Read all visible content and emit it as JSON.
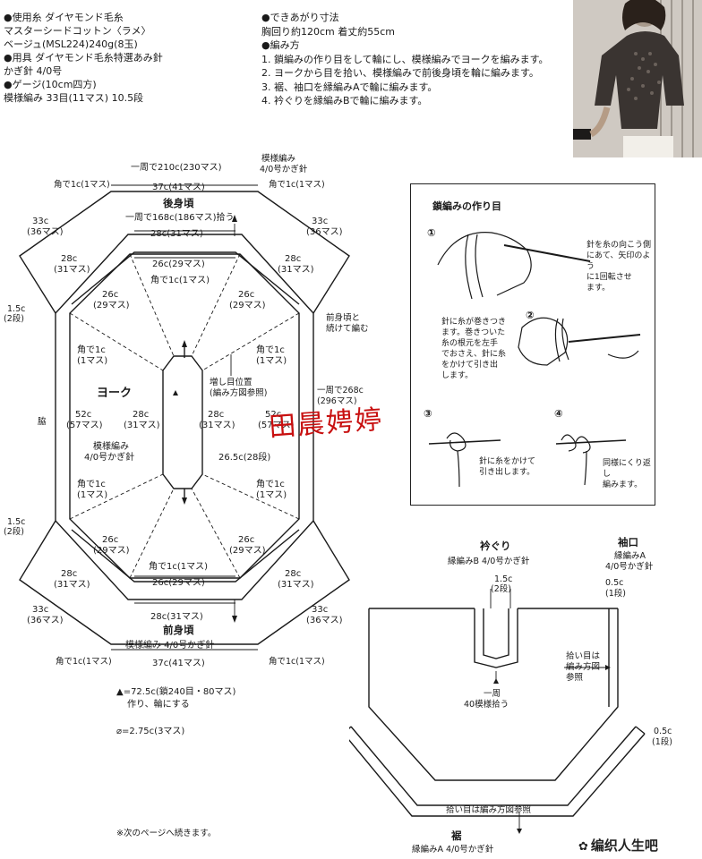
{
  "materials": [
    "●使用糸 ダイヤモンド毛糸",
    "マスターシードコットン〈ラメ〉",
    "ベージュ(MSL224)240g(8玉)",
    "●用具 ダイヤモンド毛糸特選あみ針",
    "かぎ針 4/0号",
    "●ゲージ(10cm四方)",
    "模様編み 33目(11マス) 10.5段"
  ],
  "size_title": "●できあがり寸法",
  "size_text": "胸回り約120cm 着丈約55cm",
  "method_title": "●編み方",
  "method_steps": [
    "1. 鎖編みの作り目をして輪にし、模様編みでヨークを編みます。",
    "2. ヨークから目を拾い、模様編みで前後身頃を輪に編みます。",
    "3. 裾、袖口を縁編みAで輪に編みます。",
    "4. 衿ぐりを縁編みBで輪に編みます。"
  ],
  "yoke": {
    "back_label": "後身頃",
    "front_label": "前身頃",
    "yoke_label": "ヨーク",
    "outer_total": "一周で210c(230マス)",
    "inner_total": "一周で168c(186マス)拾う",
    "pattern_top": "模様編み",
    "hook_top": "4/0号かぎ針",
    "w37": "37c(41マス)",
    "w28": "28c(31マス)",
    "w26": "26c(29マス)",
    "c1": "角で1c(1マス)",
    "c1a": "角で1c",
    "c1b": "(1マス)",
    "s33a": "33c",
    "s33b": "(36マス)",
    "s28a": "28c",
    "s28b": "(31マス)",
    "s26a": "26c",
    "s26b": "(29マス)",
    "s52a": "52c",
    "s52b": "(57マス)",
    "s15a": "1.5c",
    "s15b": "(2段)",
    "front_cont1": "前身頃と",
    "front_cont2": "続けて編む",
    "inc1": "増し目位置",
    "inc2": "(編み方図参照)",
    "round268a": "一周で268c",
    "round268b": "(296マス)",
    "rows265": "26.5c(28段)",
    "side": "脇",
    "pattern_mid": "模様編み",
    "hook_mid": "4/0号かぎ針",
    "front_pattern": "模様編み 4/0号かぎ針",
    "key1a": "▲=72.5c(鎖240目・80マス)",
    "key1b": "作り、輪にする",
    "key2": "⌀=2.75c(3マス)",
    "continued": "※次のページへ続きます。"
  },
  "chain_panel": {
    "title": "鎖編みの作り目",
    "n1": "①",
    "n2": "②",
    "n3": "③",
    "n4": "④",
    "note1": [
      "針を糸の向こう側",
      "にあて、矢印のよう",
      "に1回転させ",
      "ます。"
    ],
    "note2": [
      "針に糸が巻きつき",
      "ます。巻きついた",
      "糸の根元を左手",
      "でおさえ、針に糸",
      "をかけて引き出",
      "します。"
    ],
    "note3": [
      "針に糸をかけて",
      "引き出します。"
    ],
    "note4": [
      "同様にくり返し",
      "編みます。"
    ]
  },
  "border": {
    "neck_title": "衿ぐり",
    "neck_sub": "縁編みB 4/0号かぎ針",
    "neck_w1": "1.5c",
    "neck_w2": "(2段)",
    "neck_pick1": "一周",
    "neck_pick2": "40模様拾う",
    "sleeve_title": "袖口",
    "sleeve_sub1": "縁編みA",
    "sleeve_sub2": "4/0号かぎ針",
    "sleeve_w1": "0.5c",
    "sleeve_w2": "(1段)",
    "pick_note1": "拾い目は",
    "pick_note2": "編み方図",
    "pick_note3": "参照",
    "hem_w1": "0.5c",
    "hem_w2": "(1段)",
    "hem_pick": "拾い目は編み方図参照",
    "hem_title": "裾",
    "hem_sub": "縁編みA 4/0号かぎ針"
  },
  "watermark_text": "田晨娉婷",
  "footer_credit": "编织人生吧",
  "colors": {
    "ink": "#1a1a1a",
    "watermark": "#c81010",
    "paper": "#ffffff"
  }
}
